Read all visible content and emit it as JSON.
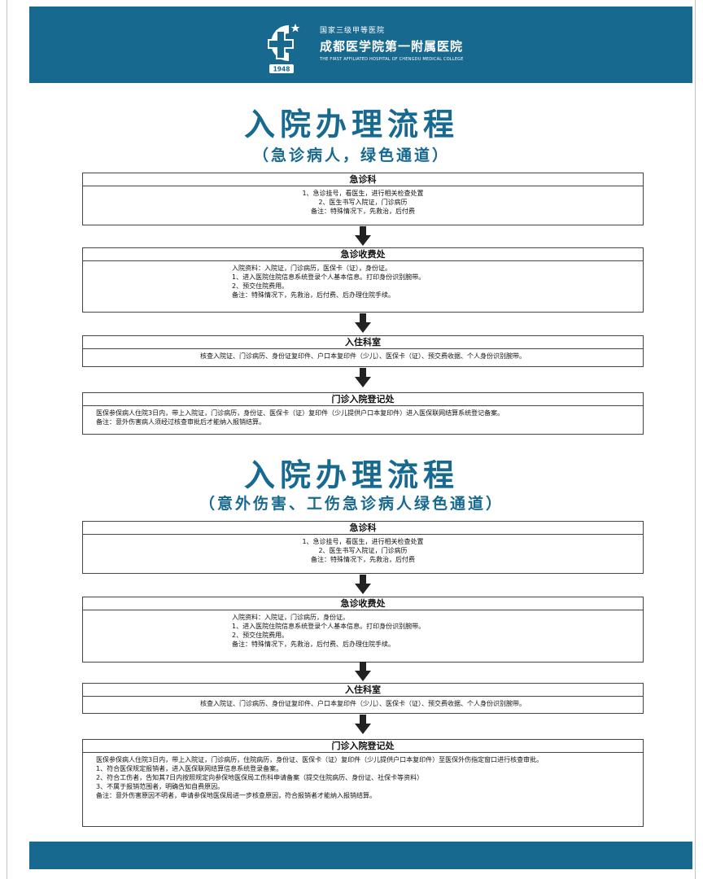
{
  "header": {
    "grade": "国家三级甲等医院",
    "name": "成都医学院第一附属医院",
    "english": "THE FIRST AFFILIATED HOSPITAL OF CHENGDU MEDICAL COLLEGE",
    "year": "1948"
  },
  "colors": {
    "brand": "#17698f",
    "arrow": "#222222"
  },
  "section1": {
    "title": "入院办理流程",
    "subtitle": "（急诊病人，绿色通道）",
    "steps": [
      {
        "heading": "急诊科",
        "lines": [
          "1、急诊挂号，看医生，进行相关检查处置",
          "2、医生书写入院证，门诊病历",
          "备注：特殊情况下，先救治，后付费"
        ]
      },
      {
        "heading": "急诊收费处",
        "lines": [
          "入院资料：入院证，门诊病历，医保卡（证），身份证。",
          "1、进入医院住院信息系统登录个人基本信息。打印身份识别腕带。",
          "2、预交住院费用。",
          "备注：特殊情况下，先救治，后付费、后办理住院手续。"
        ]
      },
      {
        "heading": "入住科室",
        "lines": [
          "核查入院证、门诊病历、身份证复印件、户口本复印件（少儿）、医保卡（证）、预交费收据、个人身份识别腕带。"
        ]
      },
      {
        "heading": "门诊入院登记处",
        "lines": [
          "医保参保病人住院3日内，带上入院证，门诊病历，身份证、医保卡（证）复印件（少儿提供户口本复印件）进入医保联网结算系统登记备案。",
          "备注：意外伤害病人须经过核查审批后才能纳入报销结算。"
        ]
      }
    ]
  },
  "section2": {
    "title": "入院办理流程",
    "subtitle": "（意外伤害、工伤急诊病人绿色通道）",
    "steps": [
      {
        "heading": "急诊科",
        "lines": [
          "1、急诊挂号，看医生，进行相关检查处置",
          "2、医生书写入院证，门诊病历",
          "备注：特殊情况下，先救治，后付费"
        ]
      },
      {
        "heading": "急诊收费处",
        "lines": [
          "入院资料：入院证，门诊病历，身份证。",
          "1、进入医院住院信息系统登录个人基本信息。打印身份识别腕带。",
          "2、预交住院费用。",
          "备注：特殊情况下，先救治，后付费、后办理住院手续。"
        ]
      },
      {
        "heading": "入住科室",
        "lines": [
          "核查入院证、门诊病历、身份证复印件、户口本复印件（少儿）、医保卡（证）、预交费收据、个人身份识别腕带。"
        ]
      },
      {
        "heading": "门诊入院登记处",
        "lines": [
          "　医保参保病人住院3日内，带上入院证，门诊病历，住院病历，身份证、医保卡（证）复印件（少儿提供户口本复印件）至医保外伤指定窗口进行核查审批。",
          "　1、符合医保规定报销者，进入医保联网结算信息系统登录备案。",
          "　2、符合工伤者，告知其7日内按照规定向参保地医保局工伤科申请备案（提交住院病历、身份证、社保卡等资料）",
          "　3、不属于报销范围者，明确告知自费原因。",
          "　备注：意外伤害原因不明者，申请参保地医保局进一步核查原因，符合报销者才能纳入报销结算。"
        ]
      }
    ]
  }
}
